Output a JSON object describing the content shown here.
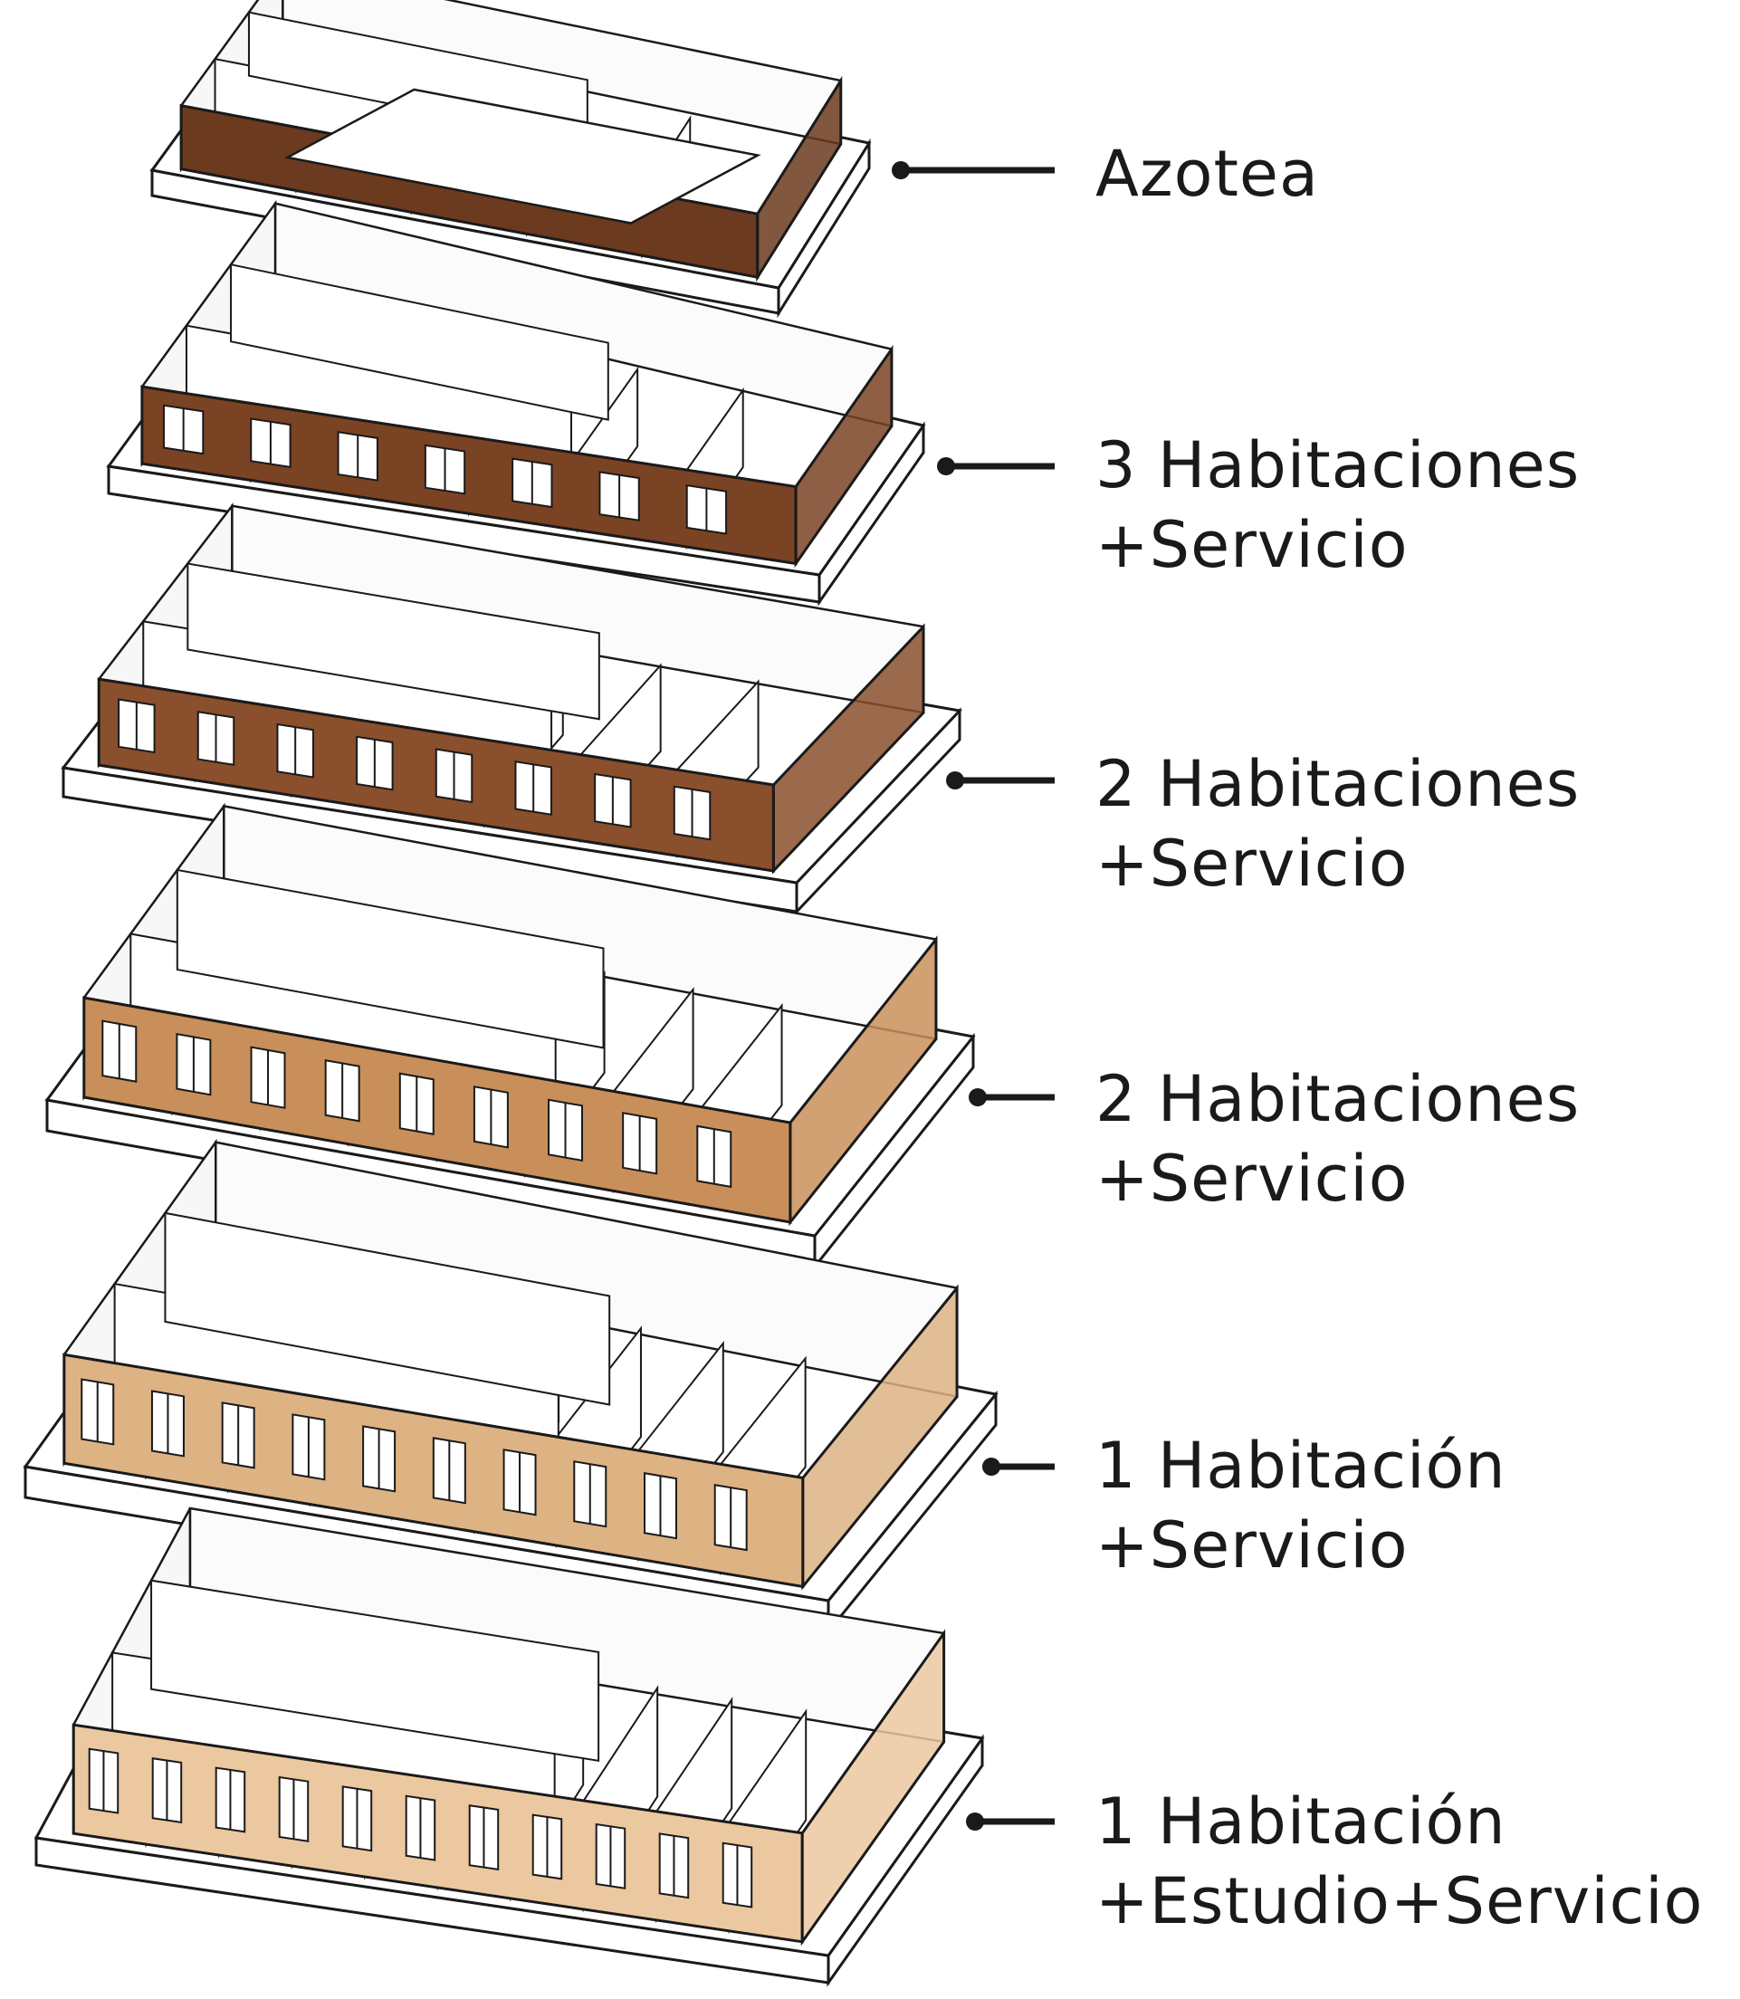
{
  "colors": {
    "background": "#ffffff",
    "line": "#1a1a1a",
    "slab": "#ffffff",
    "azotea": "#6b3a1f",
    "floor_3hab": "#7a4324",
    "floor_2hab_upper": "#8a4f2c",
    "floor_2hab_lower": "#c98f5a",
    "floor_1hab": "#ddb384",
    "floor_estudio": "#ecc8a0"
  },
  "floors": [
    {
      "id": "azotea",
      "line1": "Azotea",
      "line2": ""
    },
    {
      "id": "3hab",
      "line1": "3 Habitaciones",
      "line2": "+Servicio"
    },
    {
      "id": "2hab-upper",
      "line1": "2 Habitaciones",
      "line2": "+Servicio"
    },
    {
      "id": "2hab-lower",
      "line1": "2 Habitaciones",
      "line2": "+Servicio"
    },
    {
      "id": "1hab",
      "line1": "1 Habitación",
      "line2": "+Servicio"
    },
    {
      "id": "1hab-estudio",
      "line1": "1 Habitación",
      "line2": "+Estudio+Servicio"
    }
  ]
}
